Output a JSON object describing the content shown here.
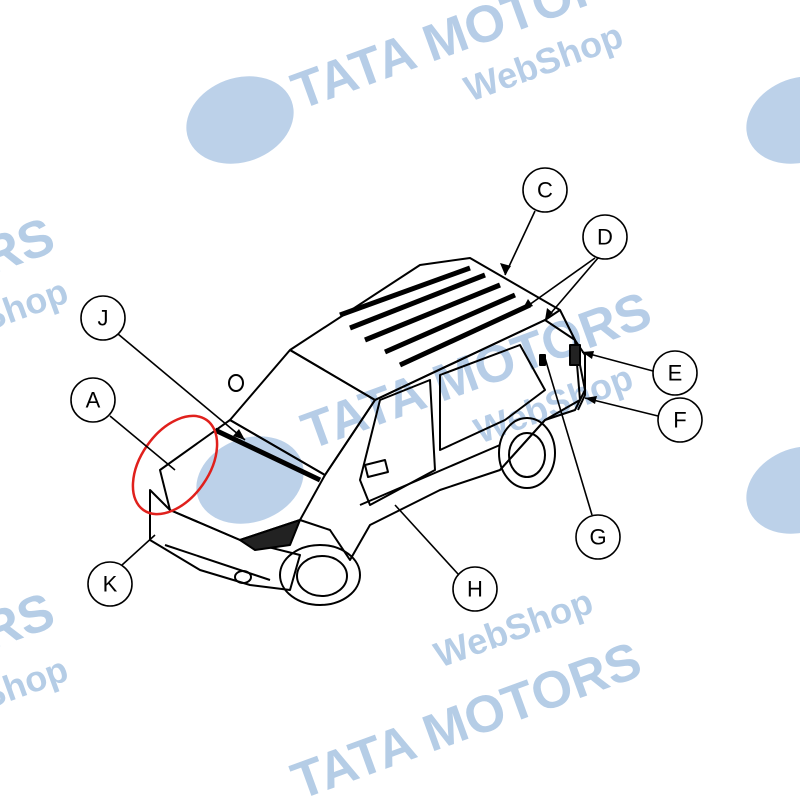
{
  "diagram": {
    "callouts": [
      {
        "id": "C",
        "label": "C"
      },
      {
        "id": "D",
        "label": "D"
      },
      {
        "id": "E",
        "label": "E"
      },
      {
        "id": "F",
        "label": "F"
      },
      {
        "id": "G",
        "label": "G"
      },
      {
        "id": "H",
        "label": "H"
      },
      {
        "id": "J",
        "label": "J"
      },
      {
        "id": "A",
        "label": "A"
      },
      {
        "id": "K",
        "label": "K"
      }
    ],
    "highlight_color": "#e0201c"
  },
  "watermark": {
    "brand": "TATA MOTORS",
    "sub": "WebShop",
    "short": "RS",
    "short_sub": "Shop",
    "color": "#8fb3da"
  }
}
